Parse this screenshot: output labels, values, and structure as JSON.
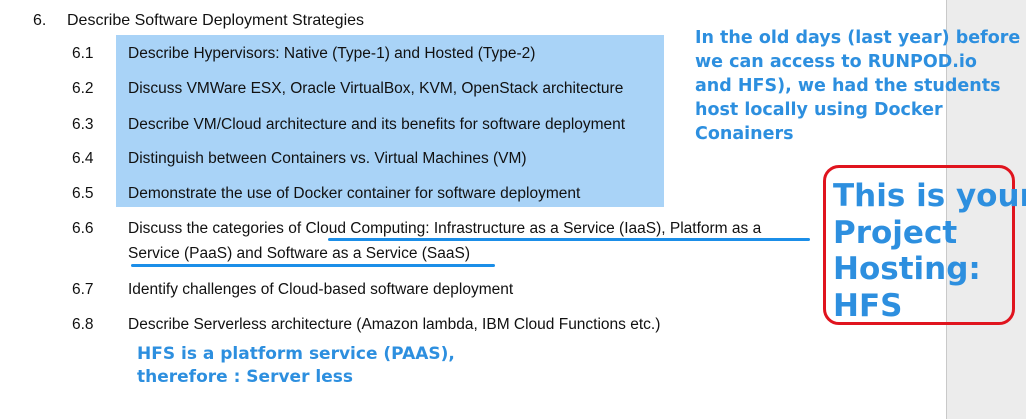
{
  "section": {
    "number": "6.",
    "title": "Describe Software Deployment Strategies"
  },
  "items": [
    {
      "number": "6.1",
      "text": "Describe Hypervisors: Native (Type-1) and Hosted (Type-2)"
    },
    {
      "number": "6.2",
      "text": "Discuss VMWare ESX, Oracle VirtualBox, KVM, OpenStack architecture"
    },
    {
      "number": "6.3",
      "text": "Describe VM/Cloud architecture and its benefits for software deployment"
    },
    {
      "number": "6.4",
      "text": "Distinguish between Containers vs. Virtual Machines (VM)"
    },
    {
      "number": "6.5",
      "text": "Demonstrate the use of Docker container for software deployment"
    },
    {
      "number": "6.6",
      "text": "Discuss the categories of Cloud Computing: Infrastructure as a Service (IaaS), Platform as a",
      "text_line2": "Service (PaaS) and Software as a Service (SaaS)"
    },
    {
      "number": "6.7",
      "text": "Identify challenges of Cloud-based software deployment"
    },
    {
      "number": "6.8",
      "text": "Describe Serverless architecture (Amazon lambda, IBM Cloud Functions etc.)"
    }
  ],
  "annotations": {
    "top_note": [
      "In the old days (last year) before",
      "we can access to RUNPOD.io",
      "and HFS), we had the students",
      "host locally using Docker",
      "Conainers"
    ],
    "callout": [
      "This is your",
      "Project",
      "Hosting:",
      "HFS"
    ],
    "bottom_note": [
      "HFS is a platform service (PAAS),",
      "therefore : Server less"
    ]
  },
  "colors": {
    "highlight": "#a9d3f7",
    "annotation_text": "#2d8fdf",
    "underline": "#1b8ee8",
    "callout_border": "#e0141e"
  }
}
